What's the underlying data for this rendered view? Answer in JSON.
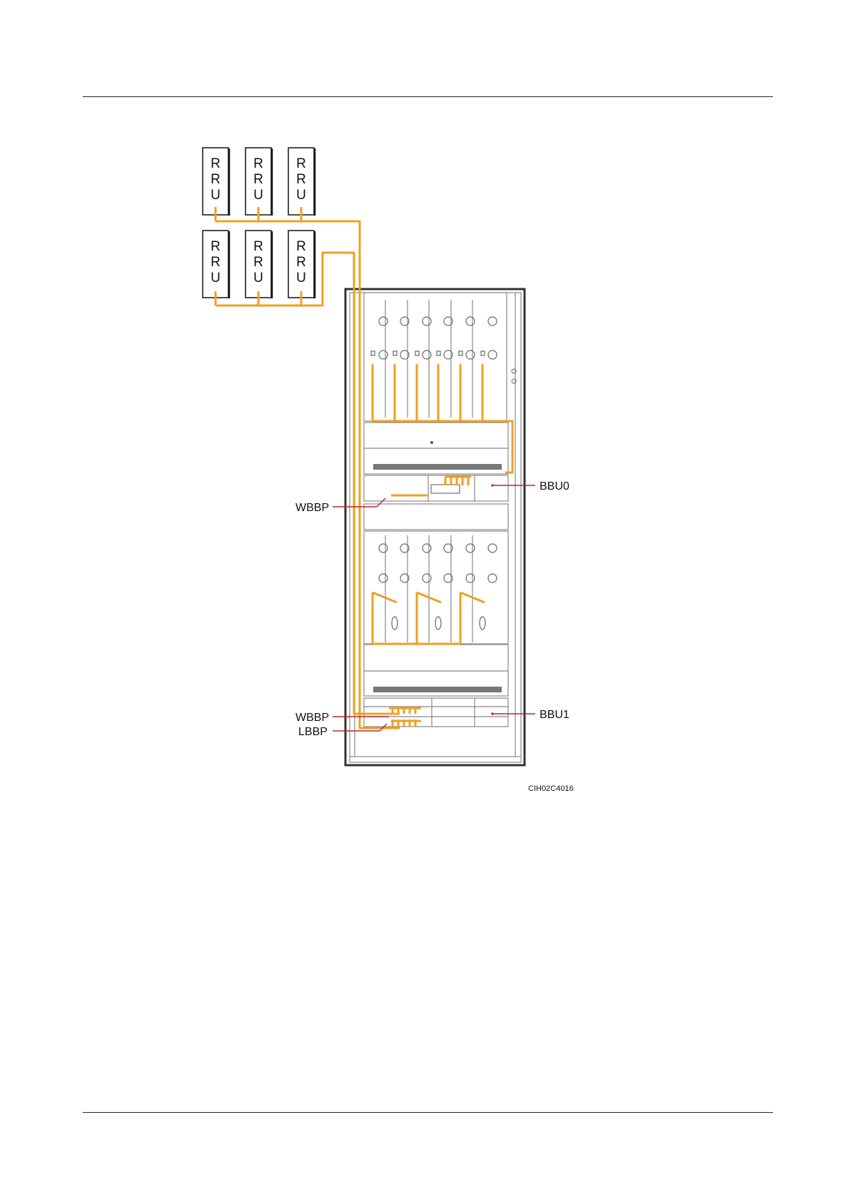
{
  "figure_id": "CIH02C4016",
  "rru_label": [
    "R",
    "R",
    "U"
  ],
  "rru_units": [
    {
      "name": "rru-top-1"
    },
    {
      "name": "rru-top-2"
    },
    {
      "name": "rru-top-3"
    },
    {
      "name": "rru-bottom-1"
    },
    {
      "name": "rru-bottom-2"
    },
    {
      "name": "rru-bottom-3"
    }
  ],
  "callouts": {
    "bbu0": "BBU0",
    "wbbp_upper": "WBBP",
    "bbu1": "BBU1",
    "wbbp_lower": "WBBP",
    "lbbp": "LBBP"
  },
  "colors": {
    "cable": "#f0a020",
    "leader": "#c0262e",
    "frame": "#888888"
  }
}
